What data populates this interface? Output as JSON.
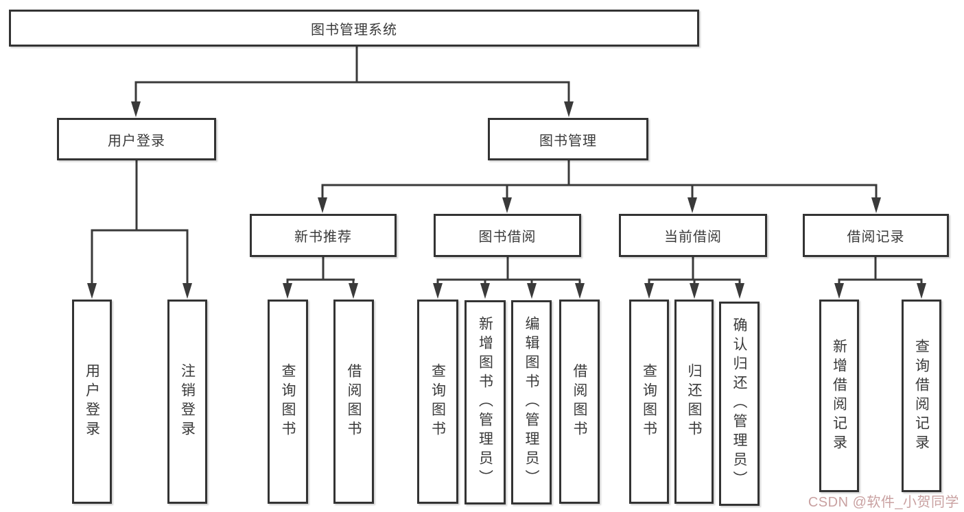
{
  "diagram": {
    "type": "hierarchy-tree",
    "nodes": {
      "root": {
        "label": "图书管理系统"
      },
      "user_login": {
        "label": "用户登录"
      },
      "book_mgmt": {
        "label": "图书管理"
      },
      "new_book_rec": {
        "label": "新书推荐"
      },
      "book_borrow": {
        "label": "图书借阅"
      },
      "current_borrow": {
        "label": "当前借阅"
      },
      "borrow_record": {
        "label": "借阅记录"
      },
      "leaf_user_login": {
        "label": "用户登录"
      },
      "leaf_logout": {
        "label": "注销登录"
      },
      "leaf_nbr_query_book": {
        "label": "查询图书"
      },
      "leaf_nbr_borrow_book": {
        "label": "借阅图书"
      },
      "leaf_bb_query_book": {
        "label": "查询图书"
      },
      "leaf_bb_add_book": {
        "label": "新增图书（管理员）"
      },
      "leaf_bb_edit_book": {
        "label": "编辑图书（管理员）"
      },
      "leaf_bb_borrow_book": {
        "label": "借阅图书"
      },
      "leaf_cb_query_book": {
        "label": "查询图书"
      },
      "leaf_cb_return_book": {
        "label": "归还图书"
      },
      "leaf_cb_confirm_return": {
        "label": "确认归还（管理员）"
      },
      "leaf_br_add_record": {
        "label": "新增借阅记录"
      },
      "leaf_br_query_record": {
        "label": "查询借阅记录"
      }
    },
    "hierarchy": {
      "图书管理系统": {
        "用户登录": [
          "用户登录",
          "注销登录"
        ],
        "图书管理": {
          "新书推荐": [
            "查询图书",
            "借阅图书"
          ],
          "图书借阅": [
            "查询图书",
            "新增图书（管理员）",
            "编辑图书（管理员）",
            "借阅图书"
          ],
          "当前借阅": [
            "查询图书",
            "归还图书",
            "确认归还（管理员）"
          ],
          "借阅记录": [
            "新增借阅记录",
            "查询借阅记录"
          ]
        }
      }
    }
  },
  "watermark": {
    "text": "CSDN @软件_小贺同学"
  },
  "colors": {
    "background": "#ffffff",
    "line": "#3a3a3a",
    "box_border": "#333333",
    "text": "#3a3a3a",
    "watermark": "#c9a1a1"
  }
}
